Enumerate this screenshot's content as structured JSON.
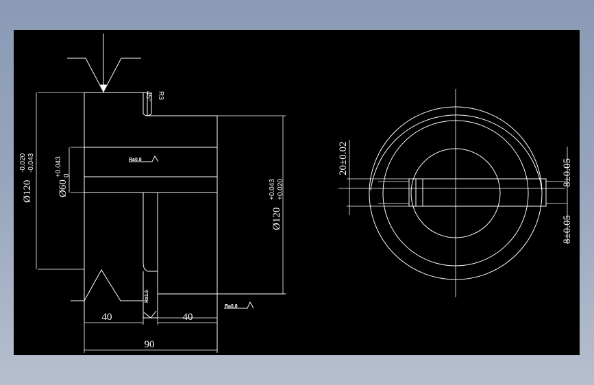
{
  "colors": {
    "background_top": "#8a9ab6",
    "background_bottom": "#b6bfcf",
    "canvas": "#000000",
    "lines": "#ffffff"
  },
  "section_view": {
    "dims": {
      "left_width": "40",
      "right_width": "40",
      "total_width": "90",
      "outer_diameter": "Ø120",
      "outer_dia_upper_tol": "-0.020",
      "outer_dia_lower_tol": "-0.043",
      "bore_diameter": "Ø60",
      "bore_upper_tol": "+0.043",
      "bore_lower_tol": "0",
      "right_diameter": "Ø120",
      "right_dia_upper_tol": "+0.043",
      "right_dia_lower_tol": "+0.020",
      "groove_radius": "R3",
      "groove_angle": "45°"
    },
    "roughness": {
      "bore": "Ra0.8",
      "center": "Ra1.6",
      "right_face": "Ra0.8"
    }
  },
  "end_view": {
    "dims": {
      "keyway_width": "20±0.02",
      "offset_upper": "8±0.05",
      "offset_lower": "8±0.05"
    }
  }
}
